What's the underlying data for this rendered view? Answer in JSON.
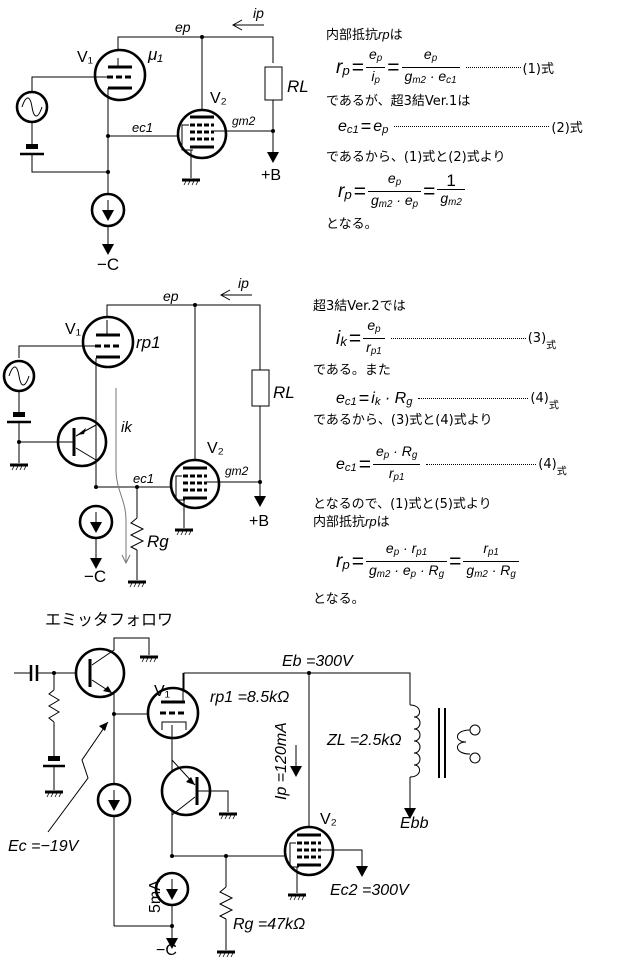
{
  "section1": {
    "circuit": {
      "ep": "ep",
      "ip": "ip",
      "v1": "V₁",
      "mu1": "μ₁",
      "v2": "V₂",
      "gm2": "gm2",
      "rl": "RL",
      "ec1": "ec1",
      "plus_b": "+B",
      "minus_c": "−C"
    },
    "text": {
      "line1": "内部抵抗",
      "line1_var": "rp",
      "line1_tail": "は",
      "eq1_ref": "(1)式",
      "line2": "であるが、超3結Ver.1は",
      "eq2_ref": "(2)式",
      "line3": "であるから、(1)式と(2)式より",
      "eq3_one": "1",
      "line4": "となる。"
    }
  },
  "section2": {
    "circuit": {
      "ep": "ep",
      "ip": "ip",
      "v1": "V₁",
      "rp1": "rp1",
      "v2": "V₂",
      "gm2": "gm2",
      "rl": "RL",
      "ik": "ik",
      "ec1": "ec1",
      "rg": "Rg",
      "plus_b": "+B",
      "minus_c": "−C"
    },
    "text": {
      "line1": "超3結Ver.2では",
      "eq3_ref": "(3)",
      "eq3_ref_tail": "式",
      "line2": "である。また",
      "eq4_ref": "(4)",
      "eq4_ref_tail": "式",
      "line3": "であるから、(3)式と(4)式より",
      "eq5_ref": "(4)",
      "eq5_ref_tail": "式",
      "line4": "となるので、(1)式と(5)式より",
      "line5": "内部抵抗",
      "line5_var": "rp",
      "line5_tail": "は",
      "line6": "となる。"
    }
  },
  "section3": {
    "title": "エミッタフォロワ",
    "v1": "V₁",
    "rp1_label": "rp1 =8.5kΩ",
    "eb_label": "Eb =300V",
    "ip_label": "Ip =120mA",
    "zl_label": "ZL =2.5kΩ",
    "ebb_label": "Ebb",
    "v2": "V₂",
    "ec_label": "Ec =−19V",
    "ec2_label": "Ec2 =300V",
    "current_label": "5mA",
    "rg_label": "Rg =47kΩ",
    "minus_c": "−C"
  }
}
